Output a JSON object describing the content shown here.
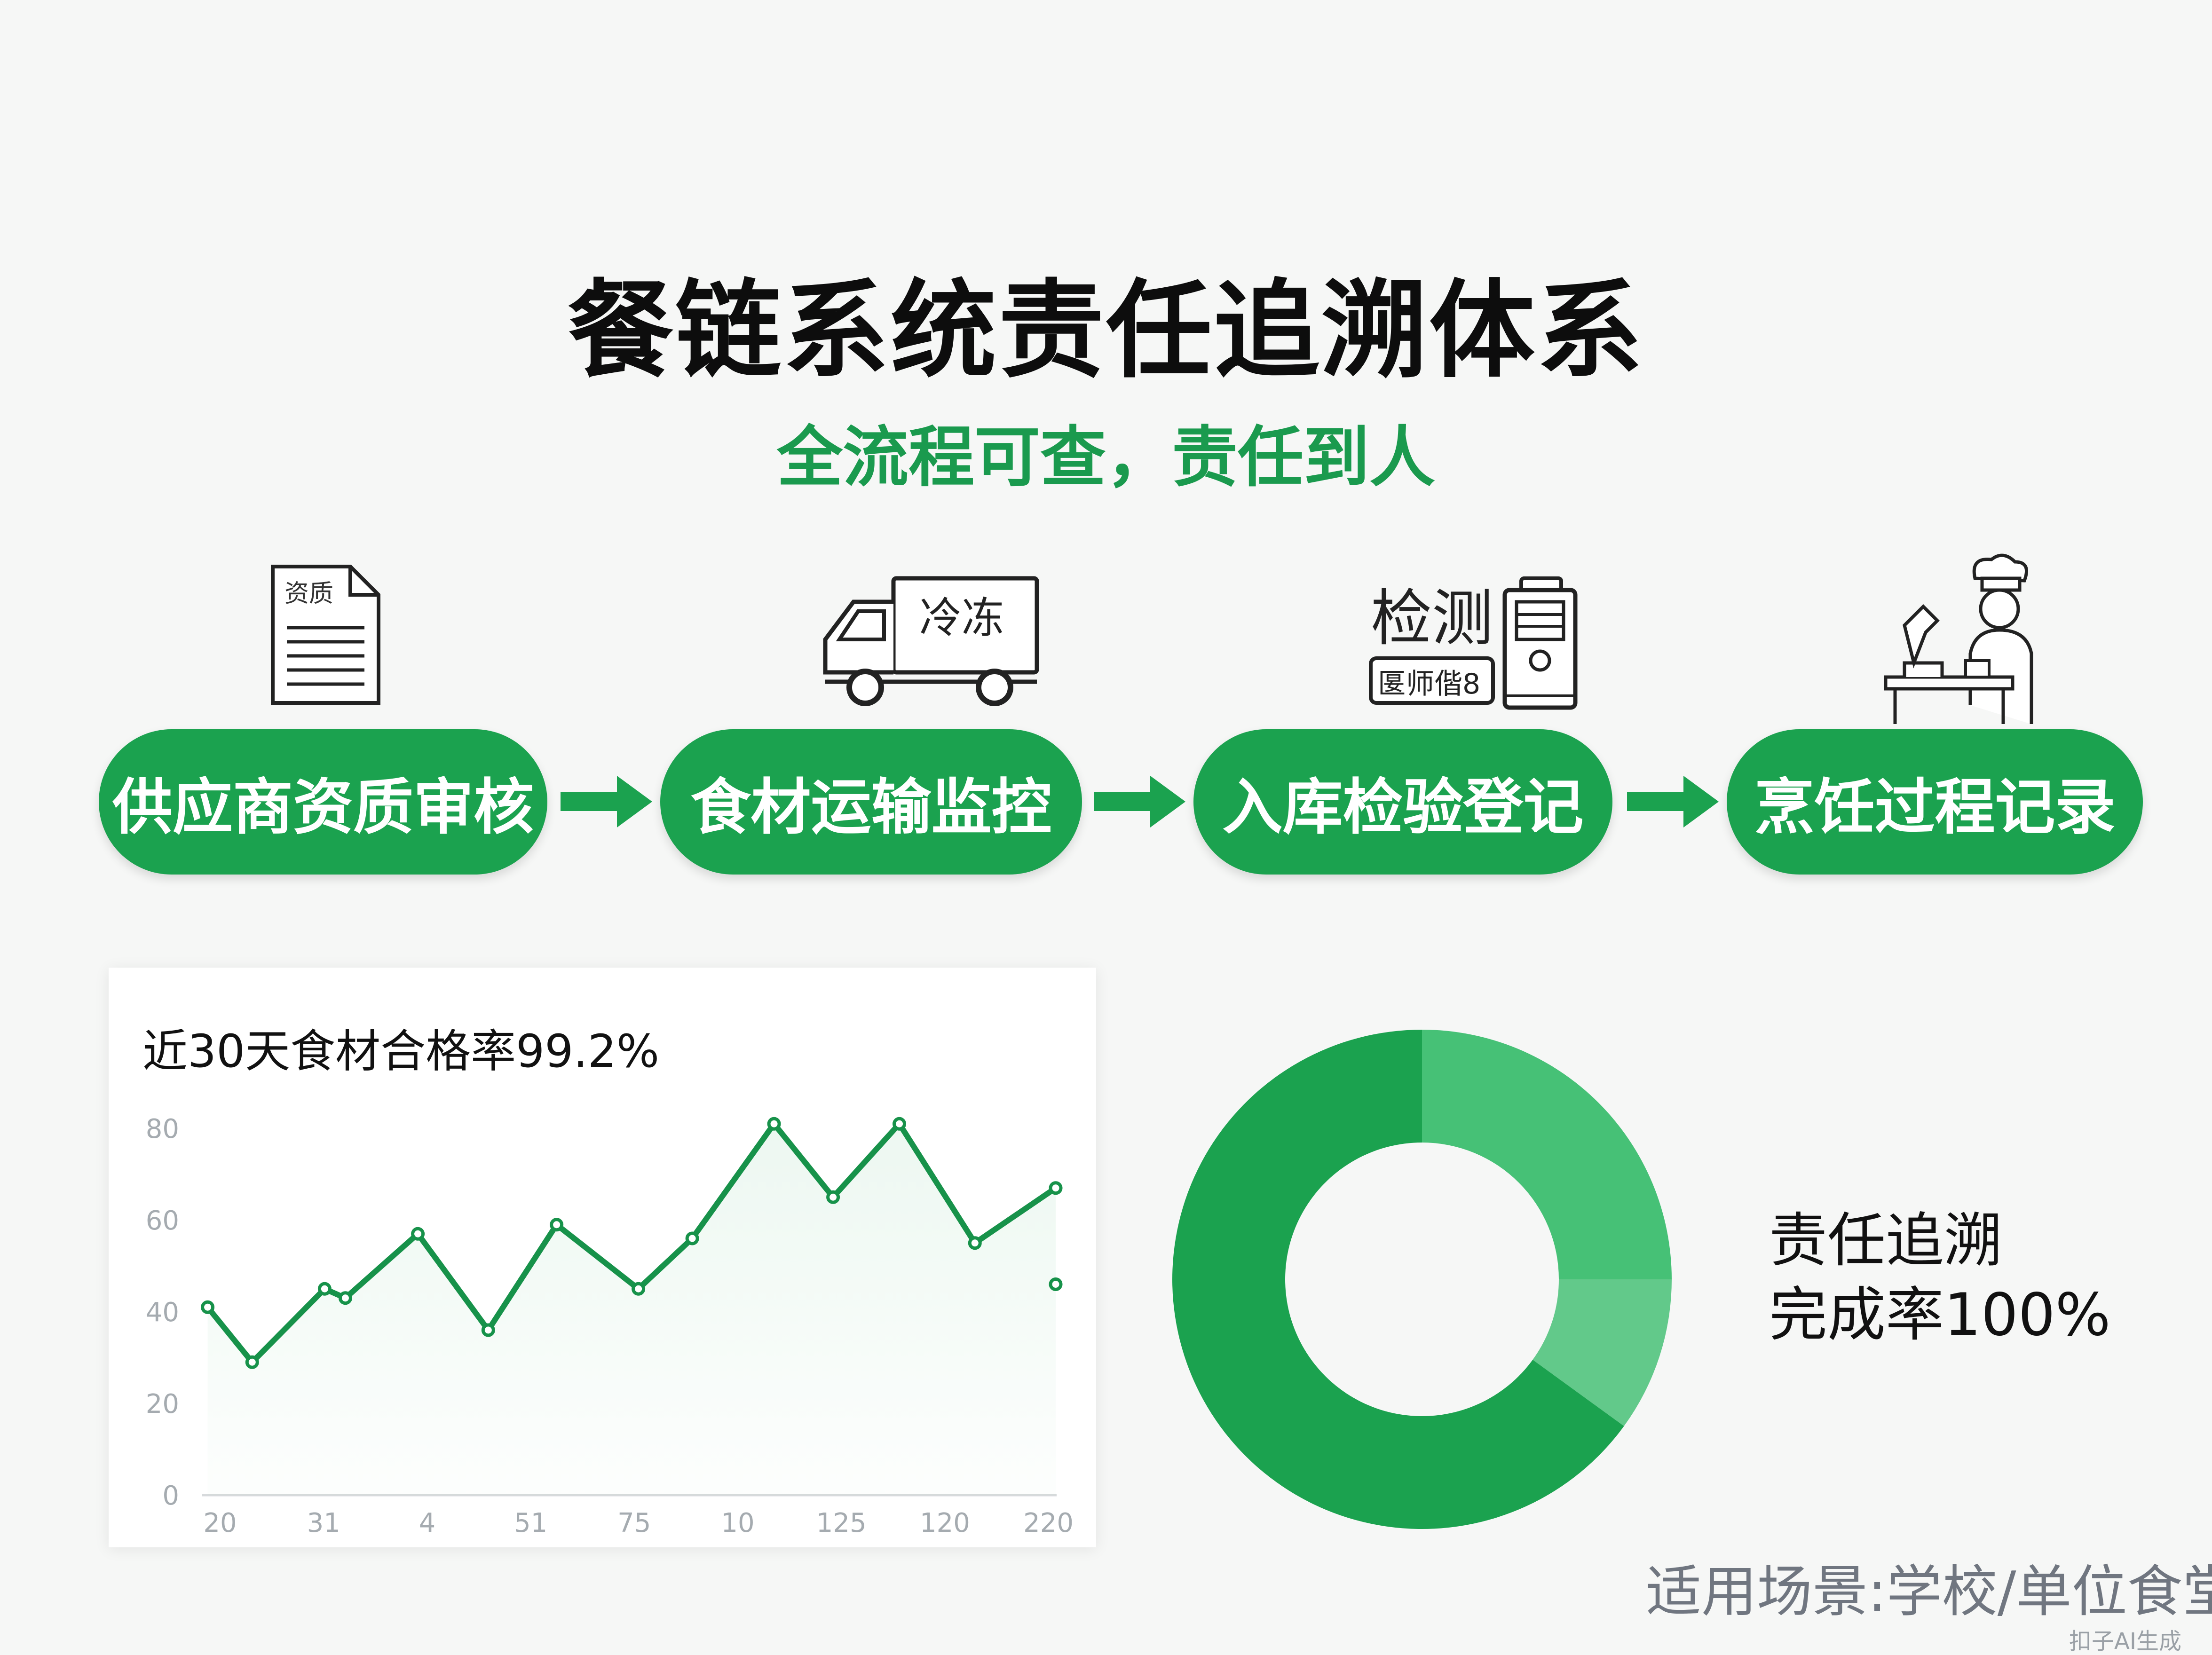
{
  "title": "餐链系统责任追溯体系",
  "subtitle": "全流程可查，责任到人",
  "steps": [
    {
      "label": "供应商资质审核",
      "icon": "document-icon",
      "icon_text": "资质"
    },
    {
      "label": "食材运输监控",
      "icon": "truck-icon",
      "icon_text": "冷冻"
    },
    {
      "label": "入库检验登记",
      "icon": "inspection-device-icon",
      "icon_text": "检测",
      "icon_subtext": "匽师偕8"
    },
    {
      "label": "烹饪过程记录",
      "icon": "chef-microscope-icon"
    }
  ],
  "colors": {
    "primary": "#1ba24f",
    "accent_text": "#1a9a4e",
    "donut_dark": "#1ba24f",
    "donut_mid": "#46c176",
    "donut_light": "#62c98a"
  },
  "chart_data": {
    "type": "line",
    "title": "近30天食材合格率99.2%",
    "ylim": [
      0,
      80
    ],
    "yticks": [
      "0",
      "20",
      "40",
      "60",
      "80"
    ],
    "xticks": [
      "20",
      "31",
      "4",
      "51",
      "75",
      "10",
      "125",
      "120",
      "220"
    ],
    "series": [
      {
        "name": "合格率",
        "x": [
          -0.12,
          0.31,
          1.01,
          1.21,
          1.91,
          2.59,
          3.25,
          4.04,
          4.56,
          5.35,
          5.92,
          6.56,
          7.29,
          8.07
        ],
        "y": [
          41,
          29,
          45,
          43,
          57,
          36,
          59,
          45,
          56,
          81,
          65,
          81,
          55,
          67
        ]
      }
    ],
    "extra_points": [
      {
        "x": 8.07,
        "y": 46
      }
    ],
    "grid": false
  },
  "donut": {
    "type": "pie",
    "slices": [
      {
        "value": 25,
        "color": "#46c176"
      },
      {
        "value": 10,
        "color": "#62c98a"
      },
      {
        "value": 65,
        "color": "#1ba24f"
      }
    ],
    "label_line1": "责任追溯",
    "label_line2": "完成率100%"
  },
  "footer": "适用场景:学校/单位食堂",
  "watermark": "扣子AI生成"
}
